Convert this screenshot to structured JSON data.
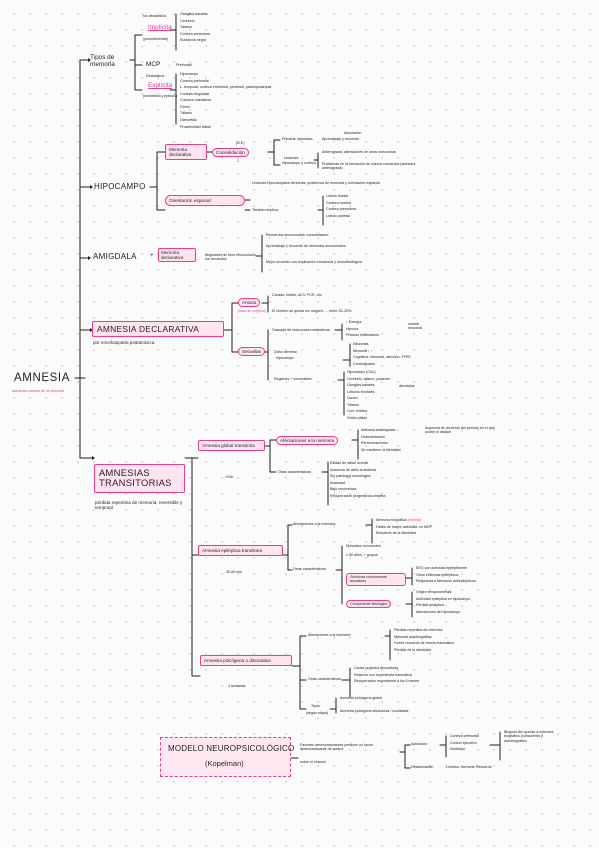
{
  "root": {
    "title": "AMNESIA",
    "subtitle": "alteración estable de la memoria"
  },
  "tipos": {
    "label": "Tipos de memoria",
    "implicita": {
      "pre": "No declarativa",
      "label": "Implícita",
      "note": "(procedimental)",
      "items": [
        "Ganglios basales",
        "Cerebelo",
        "Tálamo",
        "Corteza premotora",
        "Sustancia negra"
      ]
    },
    "mcp": {
      "label": "MCP",
      "arrow": "→",
      "value": "Prefrontal"
    },
    "explicita": {
      "pre": "Declarativa",
      "label": "Explícita",
      "note": "(semántica y episod.)",
      "items": [
        "Hipocampo",
        "Corteza prefrontal",
        "L. temporal: corteza entorrinal, perirrinal, parahipocampal",
        "Corteza cingulada",
        "Cuerpos mamilares",
        "Fórnix",
        "Tálamo",
        "Diencéfalo",
        "Prosencéfalo basal"
      ]
    }
  },
  "hipocampo": {
    "label": "HIPOCAMPO",
    "memoria": {
      "label": "Memoria declarativa",
      "tag": "(D.E)",
      "cons": "Consolidación",
      "num": "1",
      "a": "Primaria: episódica",
      "a2": "Aprendizaje y recuerdo",
      "a_note": "Asociación",
      "b_pre": "Lesiones",
      "b_sub": "Hipocampo y corteza",
      "b1": "Anterógrada: alteraciones de otras estructuras",
      "b2": "Problemas en la formación de nuevos recuerdos (amnesia anterógrada)"
    },
    "orient": {
      "label": "Orientación espacial",
      "a": "Lesiones hipocampales derechas: problemas de memoria y orientación espacial",
      "b": "También implica:",
      "b_items": [
        "Lóbulo frontal",
        "Corteza motora",
        "Corteza premotora",
        "Lóbulo parietal"
      ]
    }
  },
  "amigdala": {
    "label": "AMIGDALA",
    "plus": "+",
    "box": "Memoria declarativa",
    "desc": "asignación de tono emocional a los recuerdos",
    "items": [
      "Recuerdos emocionales: consolidación",
      "Aprendizaje y recuerdo de estímulos emocionales",
      "Mejor recuerdo con implicación emocional y neurofisiológica"
    ]
  },
  "declarativa": {
    "label": "AMNESIA DECLARATIVA",
    "sub": "por encefalopatía postanóxica",
    "anoxia": {
      "label": "Anoxia",
      "note": "(falta de oxígeno)",
      "c1": "Causas: infarto, ACV, PCR, etc.",
      "c2": "El cerebro se queda sin oxígeno → entre 20–25%"
    },
    "secuelas": {
      "label": "Secuelas",
      "cascada": "Cascada de reacciones metabólicas",
      "cascada_items": [
        "↑ Energía",
        "Hipoxia",
        "Proceso inflamatorio"
      ],
      "cascada_note": "muerte neuronal",
      "dano": "Daño cerebral",
      "dano_sub": "hipocampo",
      "dano_items": [
        "Neuronas",
        "Memoria ↑ ↑",
        "Cognitiva: memoria, atención, FFEE",
        "Conductuales"
      ],
      "reg": "Regiones + vulnerables",
      "reg_items": [
        "Hipocampo (CA1)",
        "Cerebelo, tálamo, putamen",
        "Ganglios basales",
        "Lóbulos frontales",
        "Cuneo",
        "Tálamo",
        "Cort. límbica",
        "Globo pálido"
      ],
      "reg_note": "afectados"
    }
  },
  "transitorias": {
    "label": "AMNESIAS TRANSITORIAS",
    "sub": "pérdida repentina de memoria, reversible y temporal",
    "global": {
      "label": "Amnesia global transitoria",
      "dur": "<24h",
      "afect": "Afectaciones a la memoria",
      "afect_items": [
        "Amnesia anterógrada",
        "Desorientación",
        "Perseveraciones",
        "Se mantiene la identidad"
      ],
      "afect_note": "Ausencia de recuerdo del período en el que ocurre el ataque",
      "otras": "Otras características",
      "otras_items": [
        "Estado de salud normal",
        "Ausencia de daño al sistema",
        "Sin patología neurológica",
        "Ansiedad",
        "Bajo recurrencia",
        "Recuperación progresiva/completa"
      ]
    },
    "epileptica": {
      "label": "Amnesia epiléptica transitoria",
      "dur": "30-60 min",
      "afect": "Afectaciones a la memoria",
      "afect_items": [
        "Memoria biográfica",
        "Fases de mayor actividad: en MCP",
        "Recuerdo de la identidad"
      ],
      "afect_tag": "(remota)",
      "otras": "Otras características",
      "otras_items": [
        "Episodios recurrentes",
        "≥ 50 años, + grupos",
        "Síntomas comúnmente asociados",
        "Componente fisiológico"
      ],
      "sint_items": [
        "EEG con actividad epileptiforme",
        "Otros síntomas epilépticos",
        "Respuesta a fármacos antiepilépticos"
      ],
      "comp_items": [
        "Origen temporomesial",
        "Actividad epiléptica en hipocampo",
        "Pérdida sináptica",
        "Alteraciones del hipocampo"
      ]
    },
    "psicogena": {
      "label": "Amnesia psicógena o disociativa",
      "dur": "4 semanas",
      "afect": "Afectaciones a la memoria",
      "afect_items": [
        "Pérdida repentina de memoria",
        "Memoria autobiográfica",
        "Fuerte recuerdo de evento traumático",
        "Pérdida de la identidad"
      ],
      "otras": "Otras características",
      "otras_items": [
        "Causa orgánica descartada",
        "Relación con experiencia traumática",
        "Recuperación espontánea a los 6 meses"
      ],
      "tipos": "Tipos",
      "tipos_sub": "(según etapa)",
      "tipos_items": [
        "Amnesia psicógena global",
        "Amnesia psicógena situacional / localizada"
      ]
    }
  },
  "modelo": {
    "title": "MODELO NEUROPSICOLÓGICO",
    "sub": "(Kopelman)",
    "desc": "Factores desencadenantes predicen un factor desencadenante de control",
    "desc2": "sobre el entorno",
    "act": "Activación",
    "act_items": [
      "Corteza prefrontal",
      "Control ejecutivo",
      "Inhibición"
    ],
    "des": "Desactivación",
    "des_items": [
      "Límbica, memoria",
      "Recuerdo"
    ],
    "note": "Bloqueo del acceso a memoria biográfica (consciente) y autobiográfica"
  }
}
